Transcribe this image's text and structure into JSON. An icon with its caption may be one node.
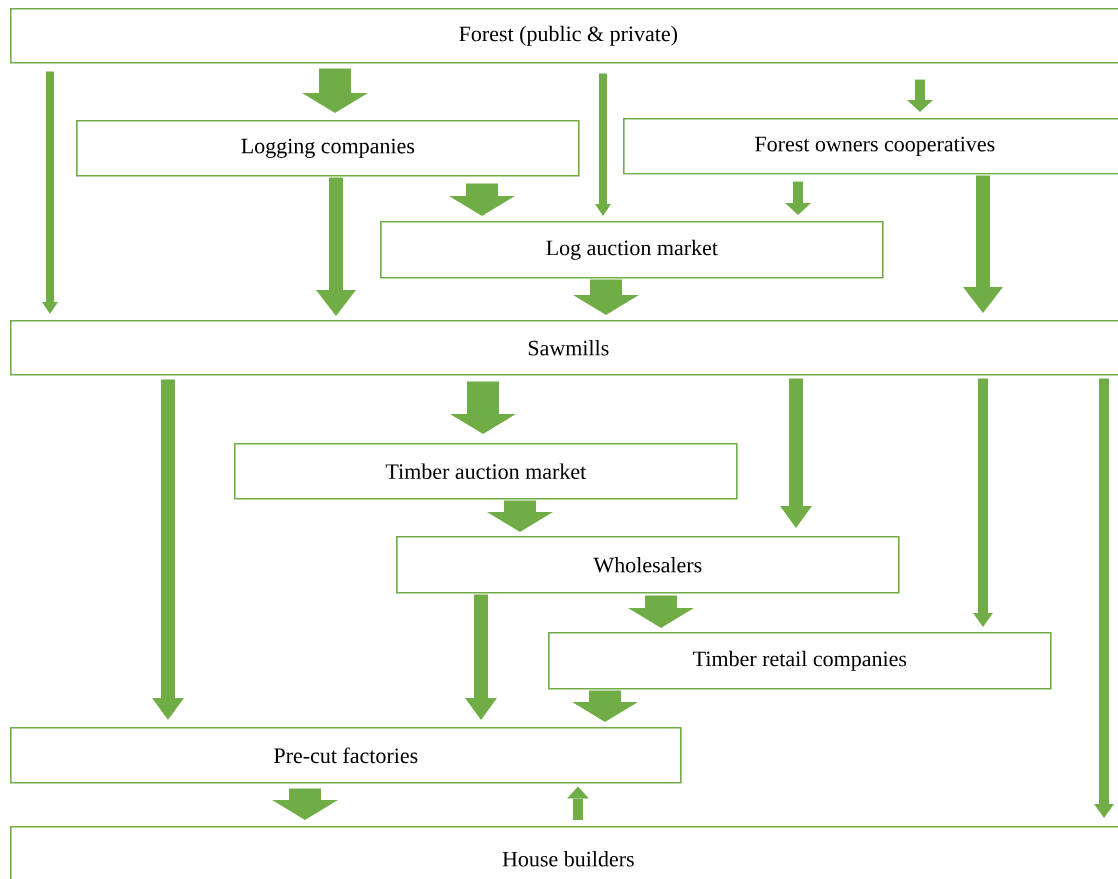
{
  "diagram": {
    "nodes": [
      {
        "text": [
          "Forest (public & private)"
        ]
      },
      {
        "text": [
          "Logging companies"
        ]
      },
      {
        "text": [
          "Forest owners cooperatives"
        ]
      },
      {
        "text": [
          "Log auction market"
        ]
      },
      {
        "text": [
          "Sawmills"
        ]
      },
      {
        "text": [
          "Timber auction market"
        ]
      },
      {
        "text": [
          "Wholesalers"
        ]
      },
      {
        "text": [
          "Timber retail companies"
        ]
      },
      {
        "text": [
          "Pre-cut factories"
        ]
      },
      {
        "text": [
          "House builders"
        ]
      }
    ],
    "edges": [
      {
        "from": 0,
        "to": 4,
        "arrow": "to"
      },
      {
        "from": 0,
        "to": 1,
        "arrow": "to",
        "style": "thick"
      },
      {
        "from": 0,
        "to": 3,
        "arrow": "to"
      },
      {
        "from": 0,
        "to": 2,
        "arrow": "to"
      },
      {
        "from": 1,
        "to": 4,
        "arrow": "to"
      },
      {
        "from": 1,
        "to": 3,
        "arrow": "to",
        "style": "thick"
      },
      {
        "from": 2,
        "to": 3,
        "arrow": "to"
      },
      {
        "from": 2,
        "to": 4,
        "arrow": "to"
      },
      {
        "from": 3,
        "to": 4,
        "arrow": "to",
        "style": "thick"
      },
      {
        "from": 4,
        "to": 8,
        "arrow": "to"
      },
      {
        "from": 4,
        "to": 5,
        "arrow": "to",
        "style": "thick"
      },
      {
        "from": 4,
        "to": 6,
        "arrow": "to"
      },
      {
        "from": 4,
        "to": 7,
        "arrow": "to"
      },
      {
        "from": 4,
        "to": 9,
        "arrow": "to"
      },
      {
        "from": 5,
        "to": 6,
        "arrow": "to",
        "style": "thick"
      },
      {
        "from": 6,
        "to": 8,
        "arrow": "to"
      },
      {
        "from": 6,
        "to": 7,
        "arrow": "to",
        "style": "thick"
      },
      {
        "from": 7,
        "to": 8,
        "arrow": "to",
        "style": "thick"
      },
      {
        "from": 8,
        "to": 9,
        "arrow": "to",
        "style": "thick"
      },
      {
        "from": 9,
        "to": 8,
        "arrow": "to"
      }
    ]
  }
}
